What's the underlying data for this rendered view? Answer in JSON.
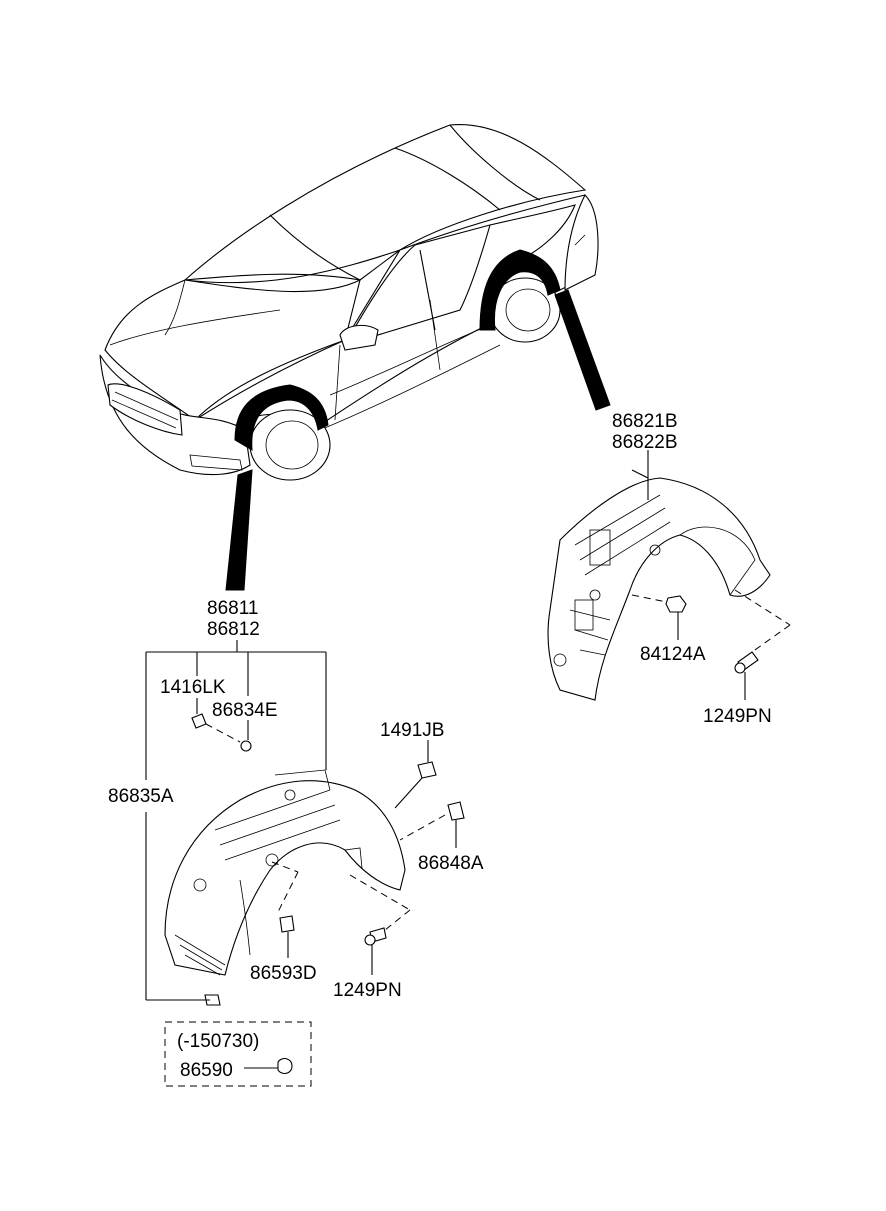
{
  "labels": {
    "rear_upper": "86821B",
    "rear_lower": "86822B",
    "front_upper": "86811",
    "front_lower": "86812",
    "bolt_1416lk": "1416LK",
    "nut_86834e": "86834E",
    "clip_1491jb": "1491JB",
    "panel_86835a": "86835A",
    "clip_86848a": "86848A",
    "clip_86593d": "86593D",
    "screw_front": "1249PN",
    "nut_84124a": "84124A",
    "screw_rear": "1249PN",
    "date_note": "(-150730)",
    "clip_86590": "86590"
  },
  "icons": [
    "sedan-car-illustration",
    "front-wheel-guard",
    "rear-wheel-guard",
    "screw",
    "clip",
    "nut"
  ]
}
